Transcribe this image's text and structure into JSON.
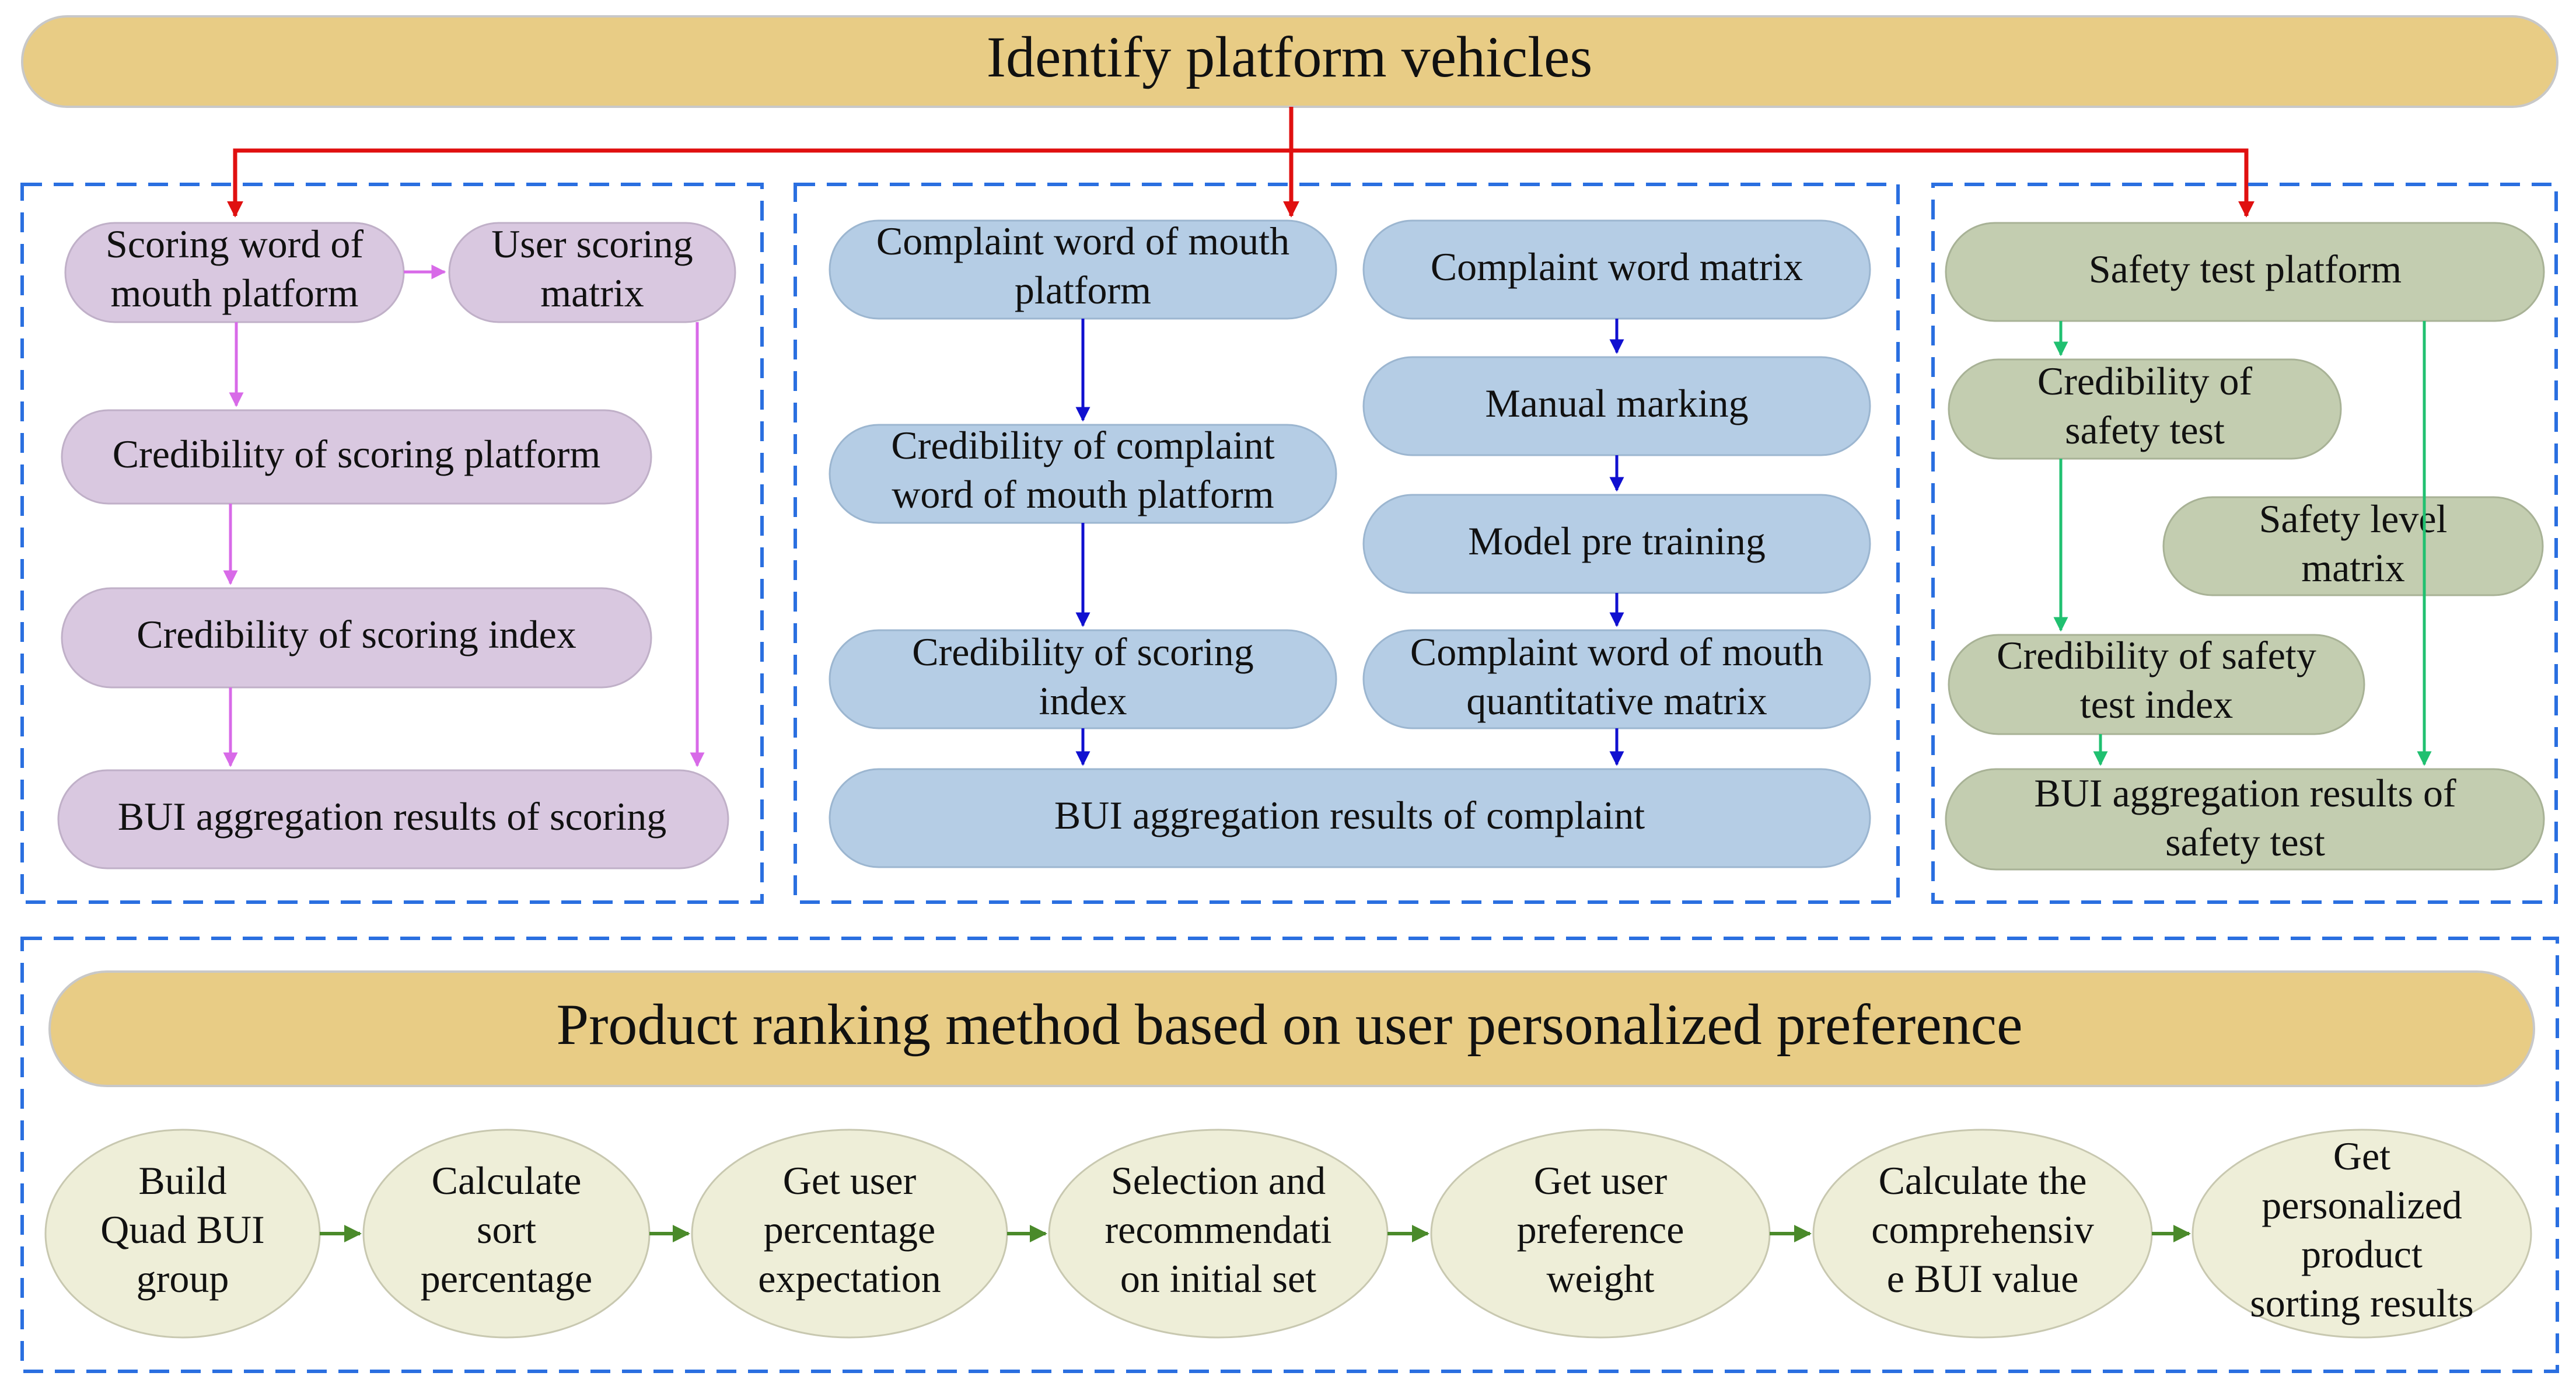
{
  "title": "Identify platform vehicles",
  "bottom_title": "Product ranking method based on user personalized preference",
  "colors": {
    "gold": "#e8cc85",
    "purple": "#d9c8e0",
    "blue": "#b5cde5",
    "sage": "#c3cdb0",
    "cream": "#eeeed8",
    "red_arrow": "#e01010",
    "purple_arrow": "#d86ae8",
    "blue_arrow": "#1010d0",
    "green_arrow": "#20c070",
    "olive_arrow": "#4a8a2a",
    "dash_border": "#2a6fe0"
  },
  "left_panel": {
    "scoring_word_of_mouth_platform": [
      "Scoring word of",
      "mouth platform"
    ],
    "user_scoring_matrix": [
      "User scoring",
      "matrix"
    ],
    "credibility_of_scoring_platform": [
      "Credibility of scoring platform"
    ],
    "credibility_of_scoring_index": [
      "Credibility of scoring index"
    ],
    "bui_aggregation_results_of_scoring": [
      "BUI aggregation results of scoring"
    ]
  },
  "middle_panel": {
    "complaint_word_of_mouth_platform": [
      "Complaint word of mouth",
      "platform"
    ],
    "complaint_word_matrix": [
      "Complaint word matrix"
    ],
    "manual_marking": [
      "Manual marking"
    ],
    "credibility_of_complaint_platform": [
      "Credibility of complaint",
      "word of mouth platform"
    ],
    "model_pre_training": [
      "Model pre training"
    ],
    "credibility_of_scoring_index": [
      "Credibility of scoring",
      "index"
    ],
    "complaint_quantitative_matrix": [
      "Complaint word of mouth",
      "quantitative matrix"
    ],
    "bui_aggregation_results_of_complaint": [
      "BUI aggregation results of complaint"
    ]
  },
  "right_panel": {
    "safety_test_platform": [
      "Safety test platform"
    ],
    "credibility_of_safety_test": [
      "Credibility of",
      "safety test"
    ],
    "safety_level_matrix": [
      "Safety level",
      "matrix"
    ],
    "credibility_of_safety_test_index": [
      "Credibility of safety",
      "test index"
    ],
    "bui_aggregation_results_of_safety_test": [
      "BUI aggregation results of",
      "safety test"
    ]
  },
  "steps": [
    [
      "Build",
      "Quad BUI",
      "group"
    ],
    [
      "Calculate",
      "sort",
      "percentage"
    ],
    [
      "Get user",
      "percentage",
      "expectation"
    ],
    [
      "Selection and",
      "recommendati",
      "on initial set"
    ],
    [
      "Get user",
      "preference",
      "weight"
    ],
    [
      "Calculate the",
      "comprehensiv",
      "e BUI value"
    ],
    [
      "Get",
      "personalized",
      "product",
      "sorting results"
    ]
  ]
}
